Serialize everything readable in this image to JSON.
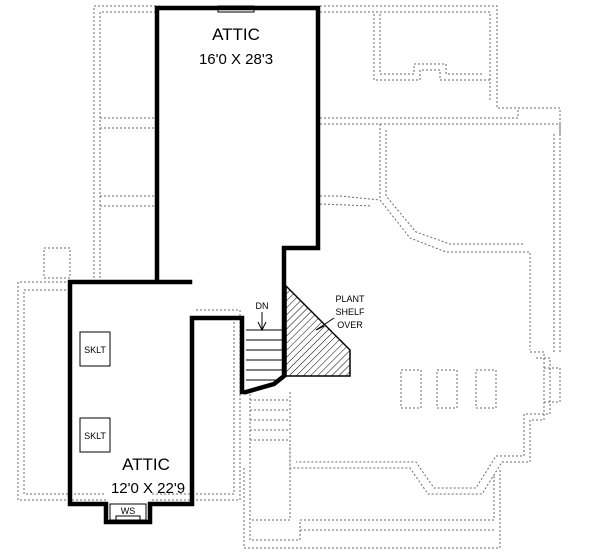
{
  "plan": {
    "rooms": [
      {
        "name": "ATTIC",
        "dimensions": "16'0 X 28'3"
      },
      {
        "name": "ATTIC",
        "dimensions": "12'0 X 22'9"
      }
    ],
    "stair_label": "DN",
    "plant_shelf": [
      "PLANT",
      "SHELF",
      "OVER"
    ],
    "skylight_labels": [
      "SKLT",
      "SKLT"
    ],
    "window_seat_label": "WS"
  }
}
